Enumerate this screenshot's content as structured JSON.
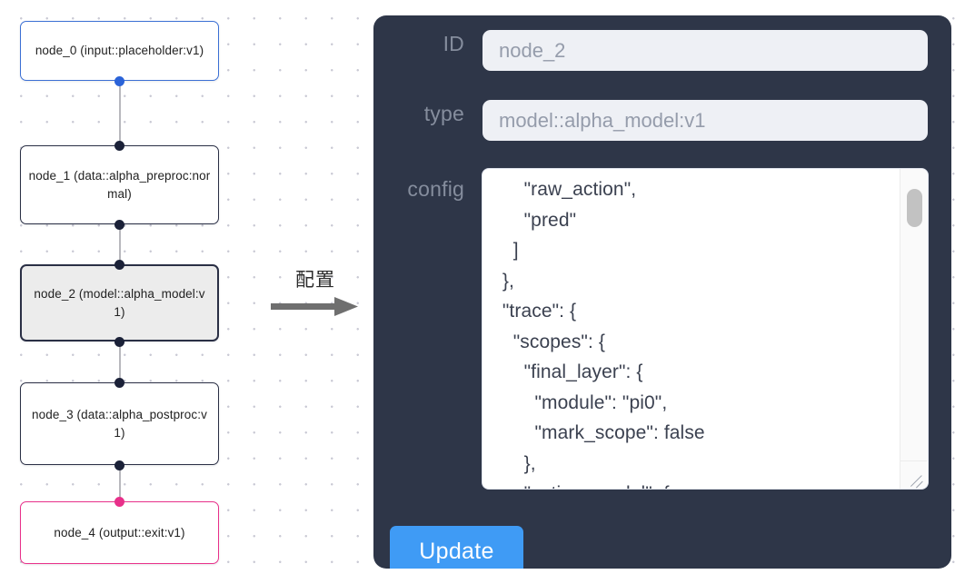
{
  "graph": {
    "nodes": [
      {
        "id": "node_0",
        "type": "(input::placeholder:v1)",
        "label": "node_0\n(input::placeholder:v1)",
        "state": "blue"
      },
      {
        "id": "node_1",
        "type": "(data::alpha_preproc:normal)",
        "label": "node_1\n(data::alpha_preproc:normal)",
        "state": "default"
      },
      {
        "id": "node_2",
        "type": "(model::alpha_model:v1)",
        "label": "node_2\n(model::alpha_model:v1)",
        "state": "selected"
      },
      {
        "id": "node_3",
        "type": "(data::alpha_postproc:v1)",
        "label": "node_3\n(data::alpha_postproc:v1)",
        "state": "default"
      },
      {
        "id": "node_4",
        "type": "(output::exit:v1)",
        "label": "node_4\n(output::exit:v1)",
        "state": "pink"
      }
    ],
    "colors": {
      "node_border": "#2a2f45",
      "node_border_blue": "#3b6fd4",
      "node_border_pink": "#e8308a",
      "node_selected_fill": "#ececec",
      "edge": "#b8b8bd",
      "port": "#1b2138",
      "port_blue": "#2b63d8",
      "port_pink": "#e8308a"
    }
  },
  "annotation": {
    "text": "配置",
    "arrow_icon": "arrow-right-icon"
  },
  "panel": {
    "background": "#2e3648",
    "fields": [
      {
        "key": "id",
        "label": "ID",
        "value": "node_2"
      },
      {
        "key": "type",
        "label": "type",
        "value": "model::alpha_model:v1"
      },
      {
        "key": "config",
        "label": "config",
        "value": "      \"raw_action\",\n      \"pred\"\n    ]\n  },\n  \"trace\": {\n    \"scopes\": {\n      \"final_layer\": {\n        \"module\": \"pi0\",\n        \"mark_scope\": false\n      },\n      \"action_model\": {"
      }
    ],
    "scrollbar": {
      "thumb_position": "top"
    },
    "resize_grip": "resize-grip-icon",
    "update_button": {
      "label": "Update",
      "color": "#3f9bf5"
    }
  }
}
